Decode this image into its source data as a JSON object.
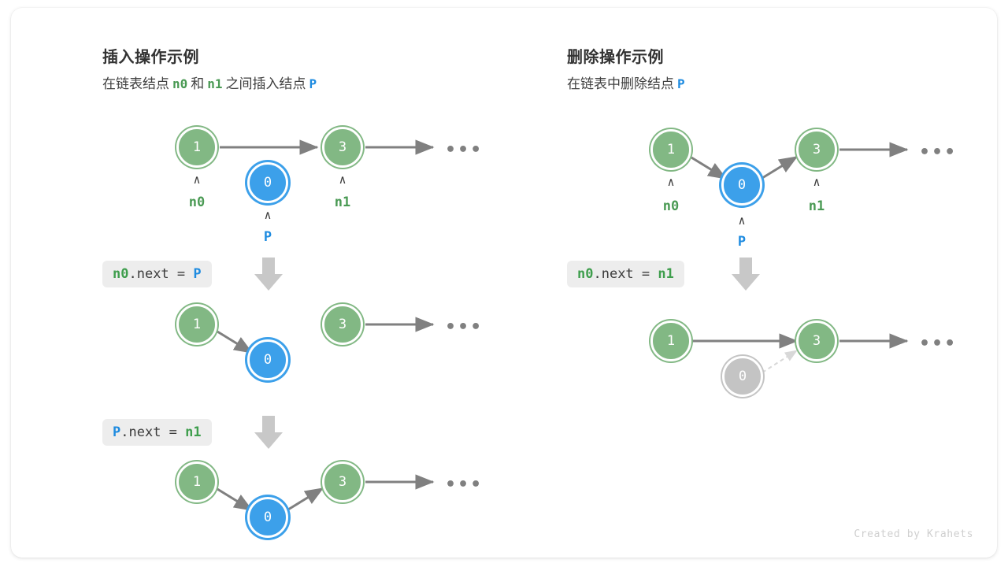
{
  "footer": {
    "credit": "Created by Krahets"
  },
  "palette": {
    "node_green": "#82b884",
    "node_blue": "#3ca0ea",
    "node_gray": "#c4c4c4",
    "label_green": "#4a9a54",
    "label_blue": "#1e8be0",
    "edge_gray": "#808080",
    "chip_bg": "#ededed",
    "card_bg": "#ffffff"
  },
  "panels": {
    "insert": {
      "title": "插入操作示例",
      "subtitle": {
        "part1": "在链表结点",
        "n0": "n0",
        "part2": "和",
        "n1": "n1",
        "part3": "之间插入结点",
        "p": "P"
      },
      "steps": [
        {
          "nodes": [
            {
              "value": "1",
              "kind": "green"
            },
            {
              "value": "0",
              "kind": "blue"
            },
            {
              "value": "3",
              "kind": "green"
            }
          ],
          "pointers": [
            {
              "caret": "∧",
              "label": "n0",
              "color": "green"
            },
            {
              "caret": "∧",
              "label": "P",
              "color": "blue"
            },
            {
              "caret": "∧",
              "label": "n1",
              "color": "green"
            }
          ],
          "ellipsis": "•••"
        },
        {
          "code": {
            "target": "n0",
            "target_color": "green",
            "prop": ".next = ",
            "value": "P",
            "value_color": "blue"
          },
          "arrow": "down-arrow",
          "nodes": [
            {
              "value": "1",
              "kind": "green"
            },
            {
              "value": "0",
              "kind": "blue"
            },
            {
              "value": "3",
              "kind": "green"
            }
          ],
          "ellipsis": "•••"
        },
        {
          "code": {
            "target": "P",
            "target_color": "blue",
            "prop": ".next = ",
            "value": "n1",
            "value_color": "green"
          },
          "arrow": "down-arrow",
          "nodes": [
            {
              "value": "1",
              "kind": "green"
            },
            {
              "value": "0",
              "kind": "blue"
            },
            {
              "value": "3",
              "kind": "green"
            }
          ],
          "ellipsis": "•••"
        }
      ]
    },
    "delete": {
      "title": "删除操作示例",
      "subtitle": {
        "part1": "在链表中删除结点",
        "p": "P"
      },
      "steps": [
        {
          "nodes": [
            {
              "value": "1",
              "kind": "green"
            },
            {
              "value": "0",
              "kind": "blue"
            },
            {
              "value": "3",
              "kind": "green"
            }
          ],
          "pointers": [
            {
              "caret": "∧",
              "label": "n0",
              "color": "green"
            },
            {
              "caret": "∧",
              "label": "P",
              "color": "blue"
            },
            {
              "caret": "∧",
              "label": "n1",
              "color": "green"
            }
          ],
          "ellipsis": "•••"
        },
        {
          "code": {
            "target": "n0",
            "target_color": "green",
            "prop": ".next = ",
            "value": "n1",
            "value_color": "green"
          },
          "arrow": "down-arrow",
          "nodes": [
            {
              "value": "1",
              "kind": "green"
            },
            {
              "value": "0",
              "kind": "gray"
            },
            {
              "value": "3",
              "kind": "green"
            }
          ],
          "ellipsis": "•••"
        }
      ]
    }
  }
}
